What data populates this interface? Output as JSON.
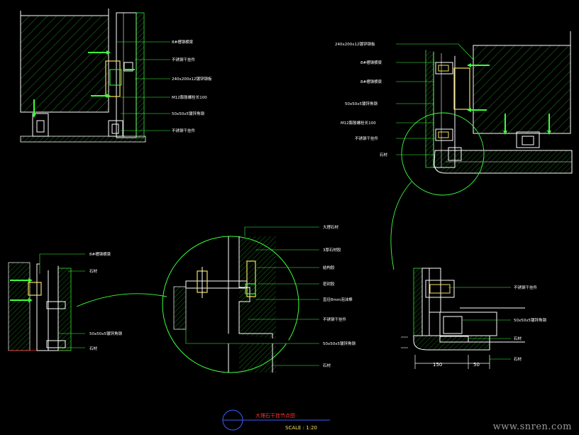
{
  "labels_top_left": [
    "8#槽钢横梁",
    "不锈钢干挂件",
    "240x200x12镀锌钢板",
    "M12膨胀螺栓长100",
    "50x50x5镀锌角钢",
    "不锈钢干挂件"
  ],
  "labels_top_right": [
    "240x200x12镀锌钢板",
    "8#槽钢横梁",
    "8#槽钢横梁",
    "50x50x5镀锌角钢",
    "M12膨胀螺栓长100",
    "不锈钢干挂件",
    "石材"
  ],
  "labels_mid_left": [
    "8#槽钢横梁",
    "石材",
    "50x50x5镀锌角钢",
    "石材"
  ],
  "labels_detail": [
    "大理石材",
    "3厚石材胶",
    "结构胶",
    "密封胶",
    "直径8mm泡沫棒",
    "不锈钢干挂件",
    "50x50x5镀锌角钢",
    "石材"
  ],
  "labels_bottom_right": [
    "不锈钢干挂件",
    "50x50x5镀锌角钢",
    "石材",
    "石材"
  ],
  "dimensions": [
    "150",
    "50"
  ],
  "drawing_title": "大理石干挂节点图",
  "scale_text": "SCALE :  1:20",
  "watermark": "www.snren.com",
  "colors": {
    "background": "#000000",
    "line_white": "#ffffff",
    "line_green": "#3cff3c",
    "hatch": "#2db82d",
    "steel_yellow": "#f5e05a",
    "title_red": "#ff3030",
    "title_circle_blue": "#3a5cff",
    "cyan": "#00ffff"
  }
}
